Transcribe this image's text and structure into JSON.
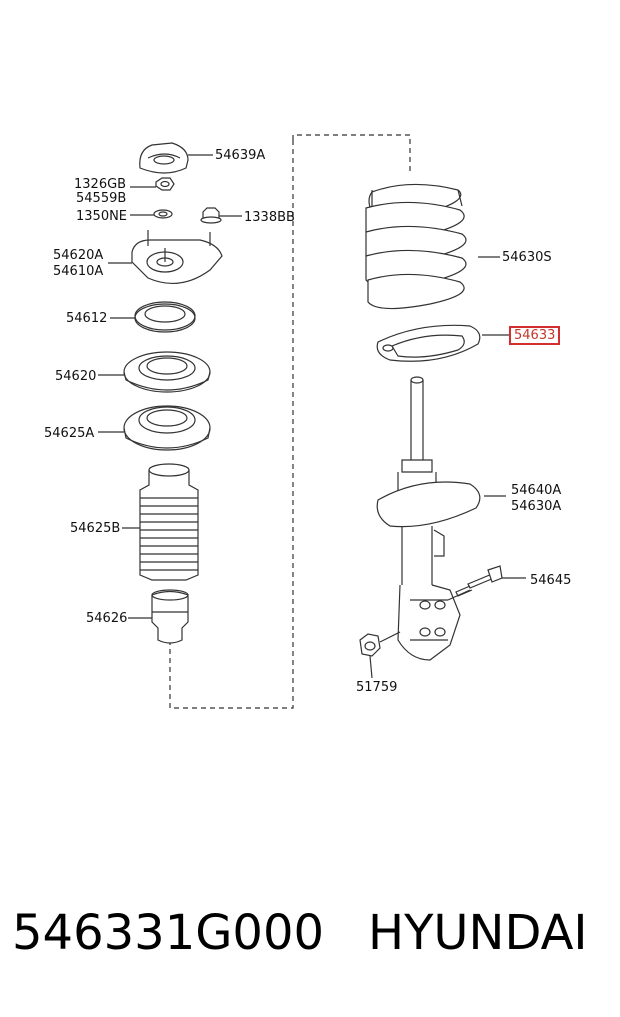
{
  "labels": {
    "p54639A": "54639A",
    "p1326GB": "1326GB",
    "p54559B": "54559B",
    "p1350NE": "1350NE",
    "p1338BB": "1338BB",
    "p54620A": "54620A",
    "p54610A": "54610A",
    "p54612": "54612",
    "p54620": "54620",
    "p54625A": "54625A",
    "p54625B": "54625B",
    "p54626": "54626",
    "p54630S": "54630S",
    "p54633": "54633",
    "p54640A": "54640A",
    "p54630A": "54630A",
    "p54645": "54645",
    "p51759": "51759"
  },
  "caption": {
    "part_number": "546331G000",
    "brand": "HYUNDAI"
  },
  "colors": {
    "line": "#333333",
    "highlight": "#d32f2f"
  }
}
